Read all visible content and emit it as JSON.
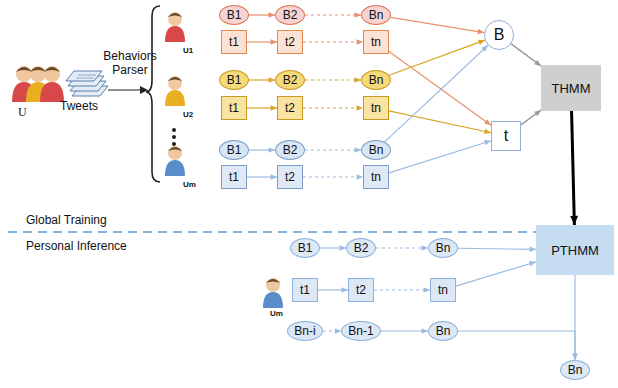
{
  "diagram": {
    "nodes": [
      {
        "text": [
          "B1"
        ]
      },
      {
        "text": [
          "B2"
        ]
      },
      {
        "text": [
          "Bn"
        ]
      },
      {
        "text": [
          "t1"
        ]
      },
      {
        "text": [
          "t2"
        ]
      },
      {
        "text": [
          "tn"
        ]
      },
      {
        "text": [
          "B1"
        ]
      },
      {
        "text": [
          "B2"
        ]
      },
      {
        "text": [
          "Bn"
        ]
      },
      {
        "text": [
          "t1"
        ]
      },
      {
        "text": [
          "t2"
        ]
      },
      {
        "text": [
          "tn"
        ]
      },
      {
        "text": [
          "B1"
        ]
      },
      {
        "text": [
          "B2"
        ]
      },
      {
        "text": [
          "Bn"
        ]
      },
      {
        "text": [
          "t1"
        ]
      },
      {
        "text": [
          "t2"
        ]
      },
      {
        "text": [
          "tn"
        ]
      },
      {
        "text": [
          "B"
        ]
      },
      {
        "text": [
          "t"
        ]
      },
      {
        "text": [
          "THMM"
        ]
      },
      {
        "text": [
          "B1"
        ]
      },
      {
        "text": [
          "B2"
        ]
      },
      {
        "text": [
          "Bn"
        ]
      },
      {
        "text": [
          "t1"
        ]
      },
      {
        "text": [
          "t2"
        ]
      },
      {
        "text": [
          "tn"
        ]
      },
      {
        "text": [
          "Bn-i"
        ]
      },
      {
        "text": [
          "Bn-1"
        ]
      },
      {
        "text": [
          "Bn"
        ]
      },
      {
        "text": [
          "PTHMM"
        ]
      },
      {
        "text": [
          "Bn"
        ]
      }
    ],
    "edges": [
      {
        "from": 0,
        "to": 1,
        "arrow": "to"
      },
      {
        "from": 1,
        "to": 2,
        "arrow": "to"
      },
      {
        "from": 3,
        "to": 4,
        "arrow": "to"
      },
      {
        "from": 4,
        "to": 5,
        "arrow": "to"
      },
      {
        "from": 2,
        "to": 18,
        "arrow": "to"
      },
      {
        "from": 5,
        "to": 19,
        "arrow": "to"
      },
      {
        "from": 6,
        "to": 7,
        "arrow": "to"
      },
      {
        "from": 7,
        "to": 8,
        "arrow": "to"
      },
      {
        "from": 9,
        "to": 10,
        "arrow": "to"
      },
      {
        "from": 10,
        "to": 11,
        "arrow": "to"
      },
      {
        "from": 8,
        "to": 18,
        "arrow": "to"
      },
      {
        "from": 11,
        "to": 19,
        "arrow": "to"
      },
      {
        "from": 12,
        "to": 13,
        "arrow": "to"
      },
      {
        "from": 13,
        "to": 14,
        "arrow": "to"
      },
      {
        "from": 15,
        "to": 16,
        "arrow": "to"
      },
      {
        "from": 16,
        "to": 17,
        "arrow": "to"
      },
      {
        "from": 14,
        "to": 18,
        "arrow": "to"
      },
      {
        "from": 17,
        "to": 19,
        "arrow": "to"
      },
      {
        "from": 18,
        "to": 20,
        "arrow": "to"
      },
      {
        "from": 19,
        "to": 20,
        "arrow": "to"
      },
      {
        "from": 20,
        "to": 30,
        "arrow": "to"
      },
      {
        "from": 21,
        "to": 22,
        "arrow": "to"
      },
      {
        "from": 22,
        "to": 23,
        "arrow": "to"
      },
      {
        "from": 24,
        "to": 25,
        "arrow": "to"
      },
      {
        "from": 25,
        "to": 26,
        "arrow": "to"
      },
      {
        "from": 27,
        "to": 28,
        "arrow": "to"
      },
      {
        "from": 28,
        "to": 29,
        "arrow": "to"
      },
      {
        "from": 23,
        "to": 30,
        "arrow": "to"
      },
      {
        "from": 26,
        "to": 30,
        "arrow": "to"
      },
      {
        "from": 29,
        "to": 31,
        "arrow": "to"
      },
      {
        "from": 30,
        "to": 31,
        "arrow": "to"
      }
    ],
    "labels": [
      "U",
      "Tweets",
      "Behaviors Parser",
      "U1",
      "U2",
      "Um",
      "Global Training",
      "Personal Inference",
      "Um"
    ]
  }
}
